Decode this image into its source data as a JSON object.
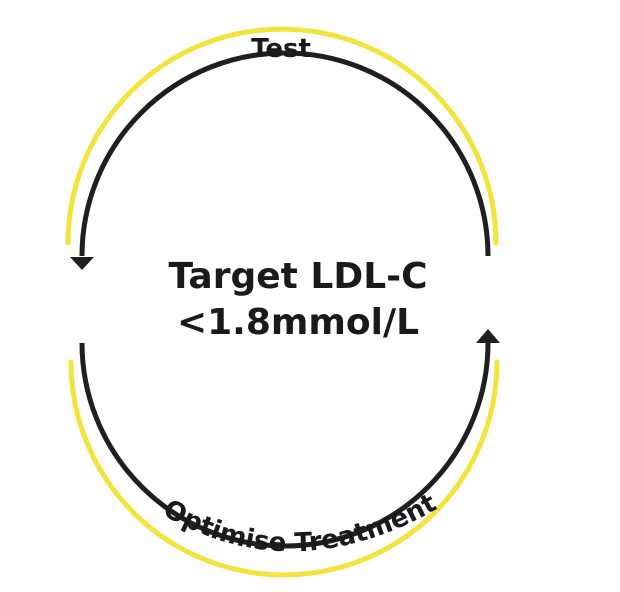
{
  "diagram": {
    "center": {
      "line1": "Target LDL-C",
      "line2": "<1.8mmol/L"
    },
    "top_label": "Test",
    "bottom_label": "Optimise Treatment"
  },
  "colors": {
    "accent_yellow": "#f2e33d",
    "arrow_dark": "#1f1f1f",
    "text": "#1a1a1a",
    "background": "#ffffff"
  }
}
